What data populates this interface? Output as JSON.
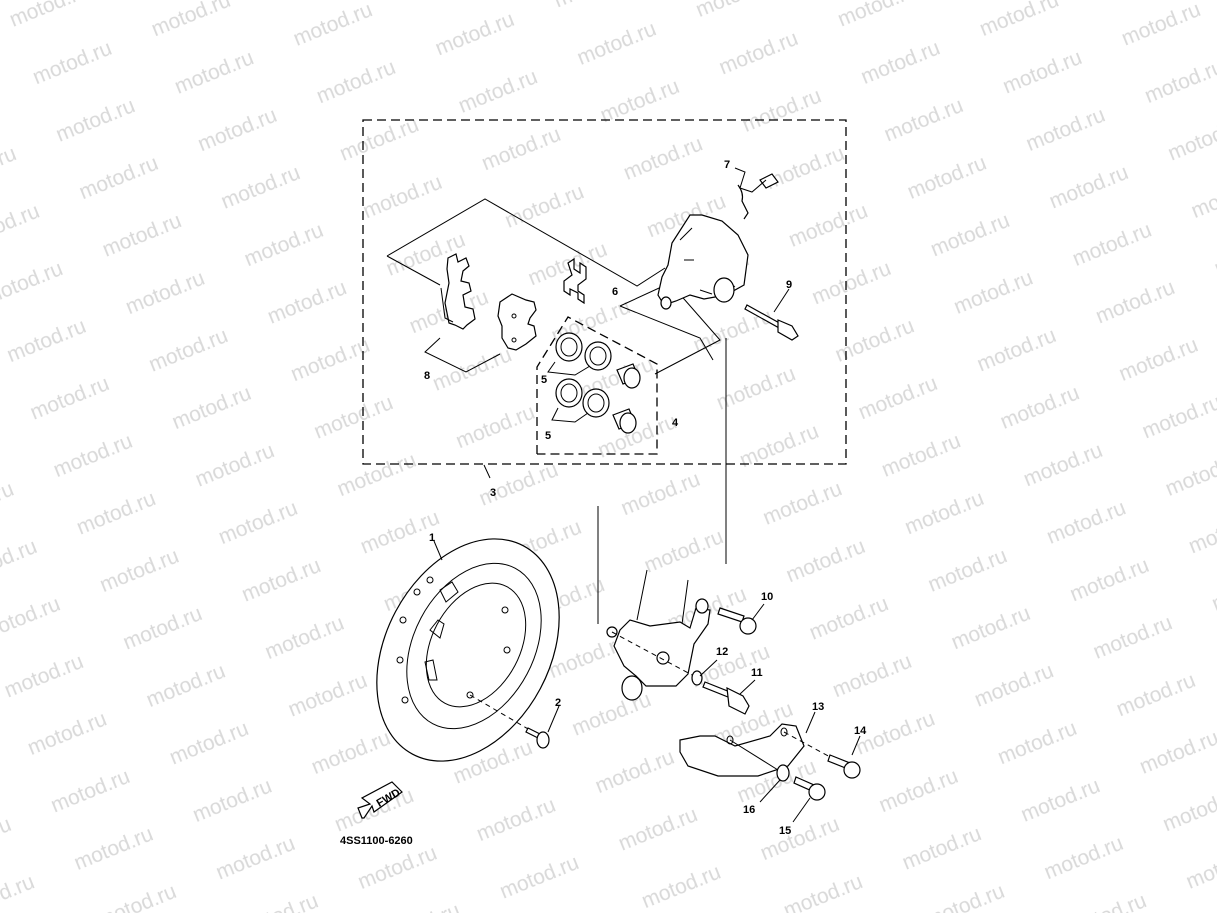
{
  "diagram": {
    "title_code": "4SS1100-6260",
    "fwd_label": "FWD",
    "watermark": "motod.ru",
    "colors": {
      "line": "#000000",
      "background": "#ffffff",
      "watermark": "#d8d8d8"
    },
    "callouts": [
      {
        "id": "1",
        "label": "1",
        "part": "brake-disc"
      },
      {
        "id": "2",
        "label": "2",
        "part": "disc-bolt"
      },
      {
        "id": "3",
        "label": "3",
        "part": "caliper-assembly"
      },
      {
        "id": "4",
        "label": "4",
        "part": "caliper-seal-kit"
      },
      {
        "id": "5a",
        "label": "5",
        "part": "piston-seal-pair-upper"
      },
      {
        "id": "5b",
        "label": "5",
        "part": "piston-seal-pair-lower"
      },
      {
        "id": "6",
        "label": "6",
        "part": "pad-support-clip"
      },
      {
        "id": "7",
        "label": "7",
        "part": "bleed-screw"
      },
      {
        "id": "8",
        "label": "8",
        "part": "brake-pad-kit"
      },
      {
        "id": "9",
        "label": "9",
        "part": "caliper-pin"
      },
      {
        "id": "10",
        "label": "10",
        "part": "caliper-bolt"
      },
      {
        "id": "11",
        "label": "11",
        "part": "axle-bolt"
      },
      {
        "id": "12",
        "label": "12",
        "part": "washer"
      },
      {
        "id": "13",
        "label": "13",
        "part": "disc-guard"
      },
      {
        "id": "14",
        "label": "14",
        "part": "guard-bolt-upper"
      },
      {
        "id": "15",
        "label": "15",
        "part": "guard-bolt-lower"
      },
      {
        "id": "16",
        "label": "16",
        "part": "guard-washer"
      }
    ]
  }
}
